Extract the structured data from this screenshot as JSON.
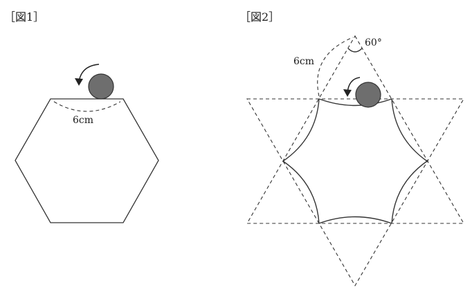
{
  "figure1": {
    "label": "［図1］",
    "side_length": "6cm"
  },
  "figure2": {
    "label": "［図2］",
    "side_length": "6cm",
    "angle": "60°"
  }
}
